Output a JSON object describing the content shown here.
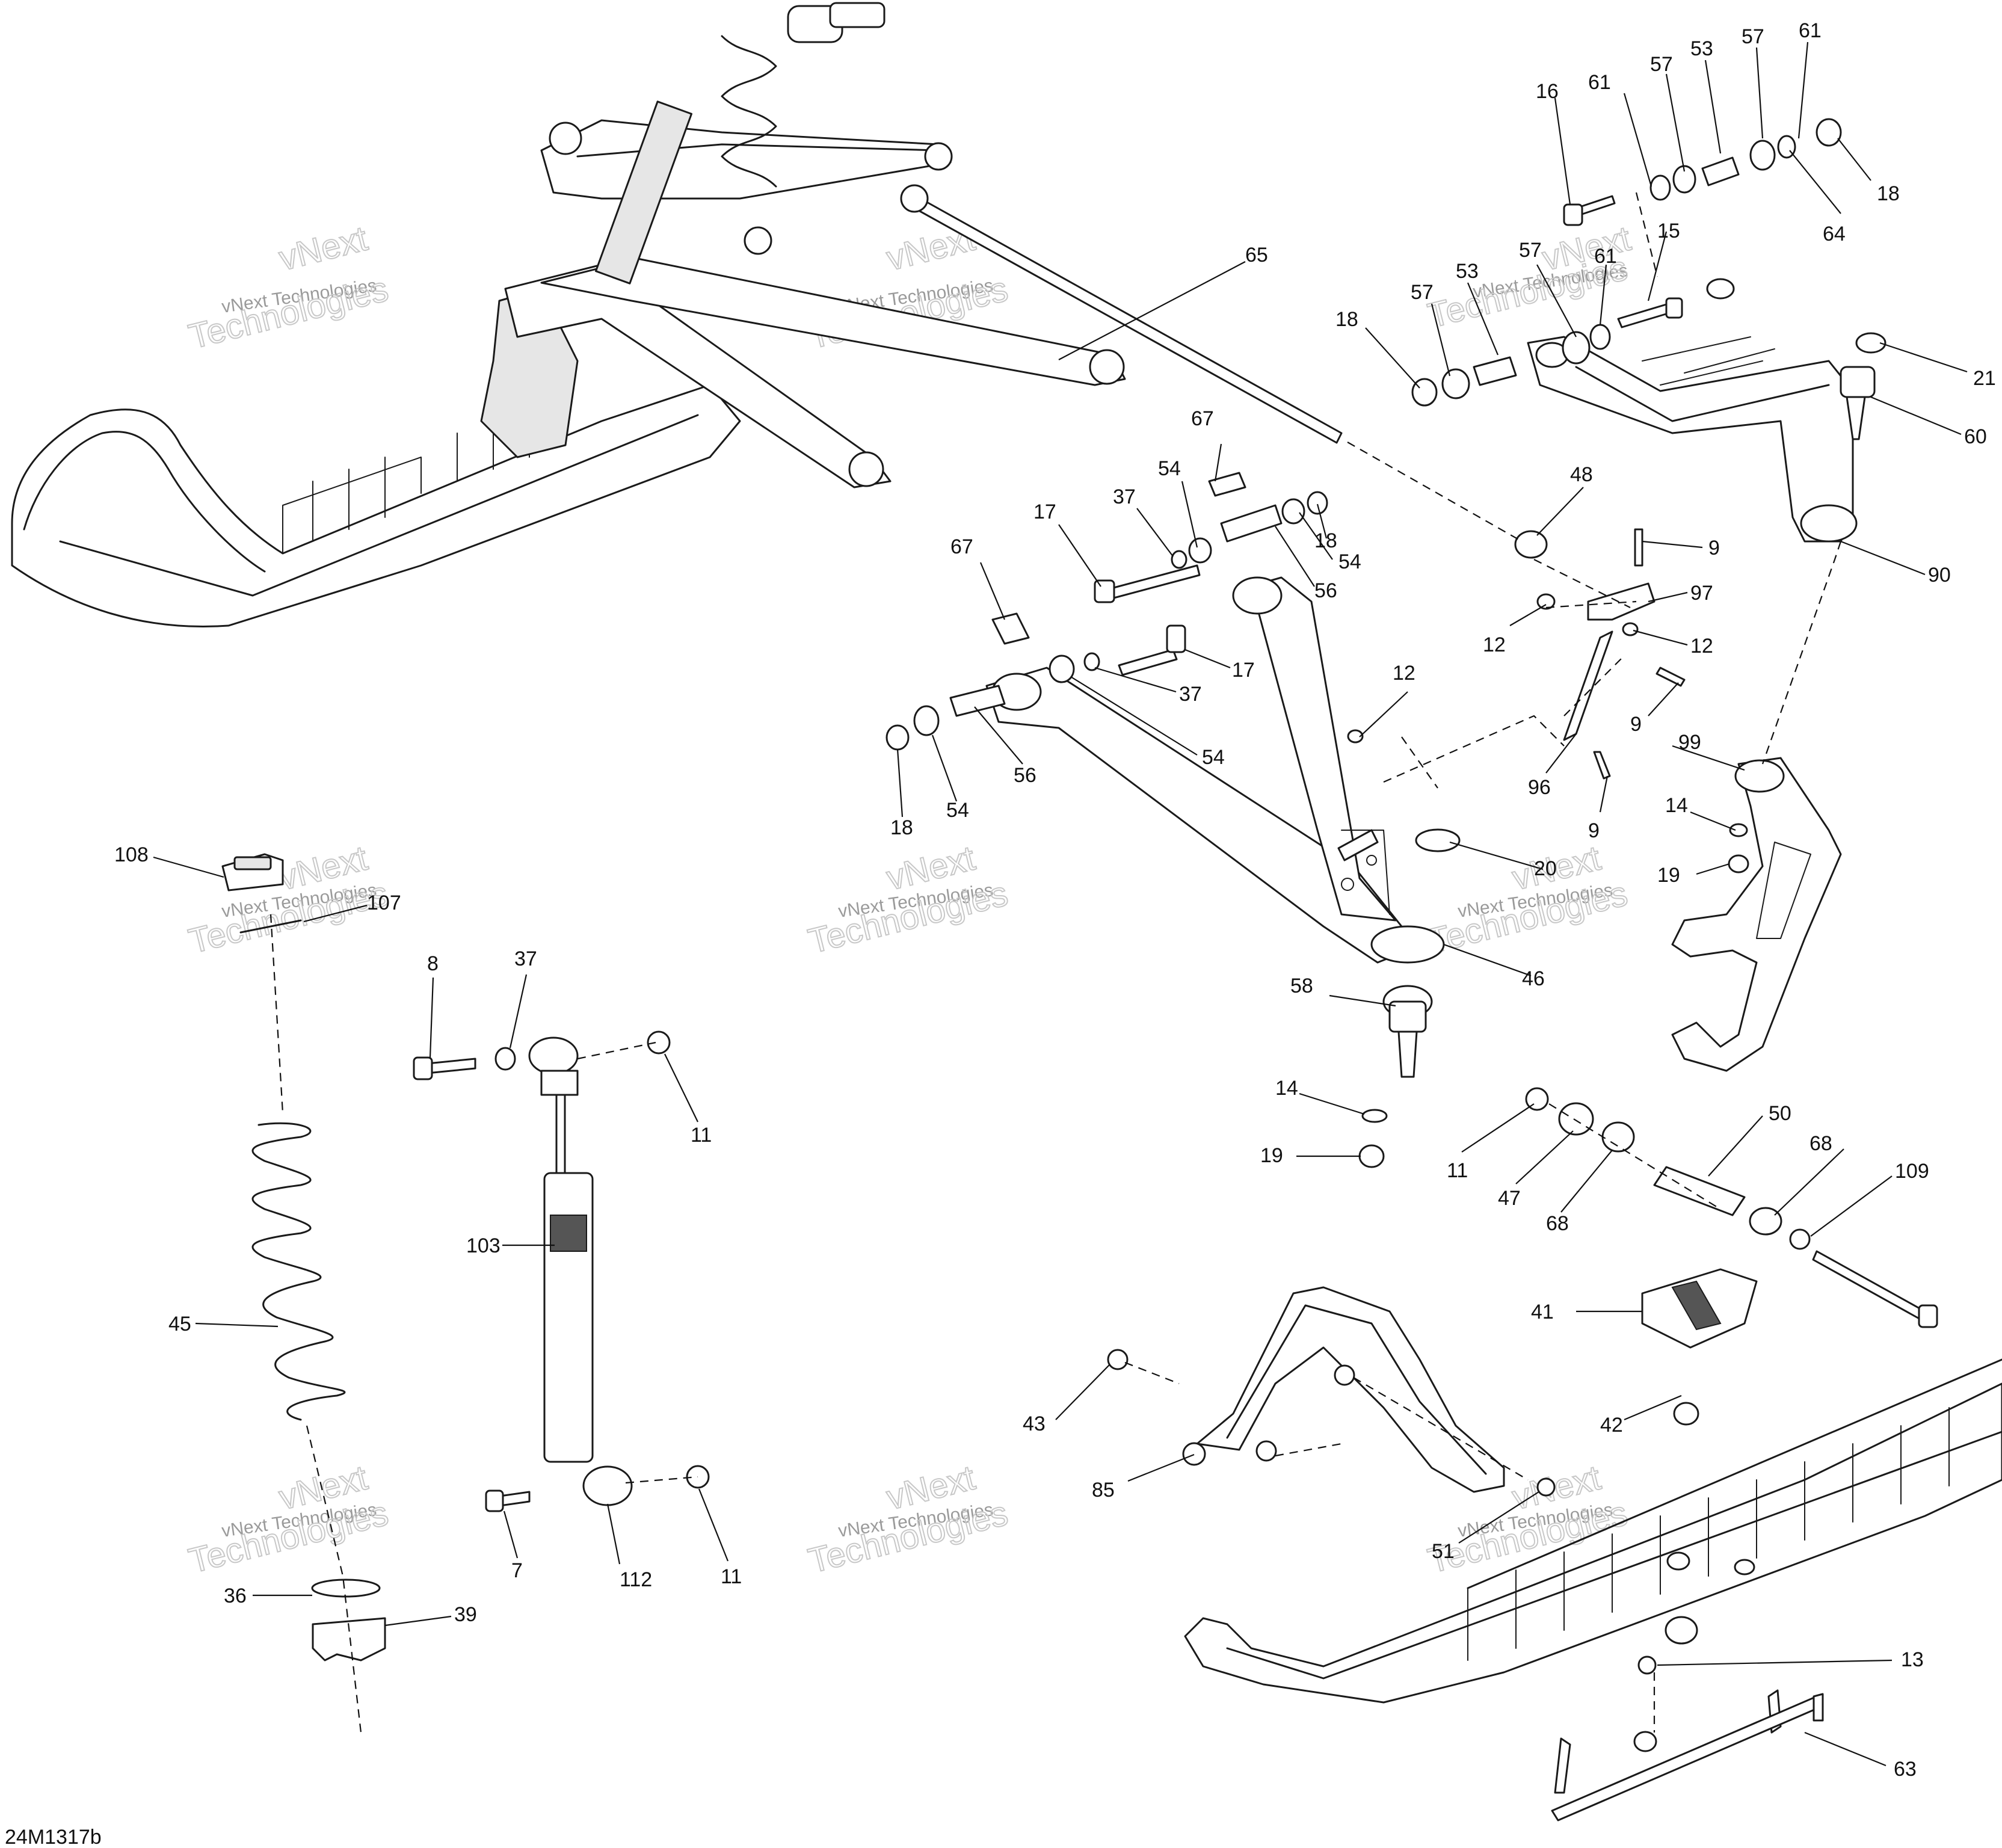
{
  "diagram": {
    "reference_code": "24M1317b",
    "watermark": {
      "line1": "vNext",
      "line2": "vNext Technologies",
      "line3": "Technologies"
    },
    "callouts": [
      "7",
      "8",
      "9",
      "11",
      "12",
      "13",
      "14",
      "15",
      "16",
      "17",
      "18",
      "19",
      "20",
      "21",
      "36",
      "37",
      "39",
      "41",
      "42",
      "43",
      "45",
      "46",
      "47",
      "48",
      "50",
      "51",
      "53",
      "54",
      "56",
      "57",
      "58",
      "60",
      "61",
      "63",
      "64",
      "65",
      "67",
      "68",
      "85",
      "90",
      "96",
      "97",
      "99",
      "103",
      "107",
      "108",
      "109",
      "112"
    ]
  }
}
